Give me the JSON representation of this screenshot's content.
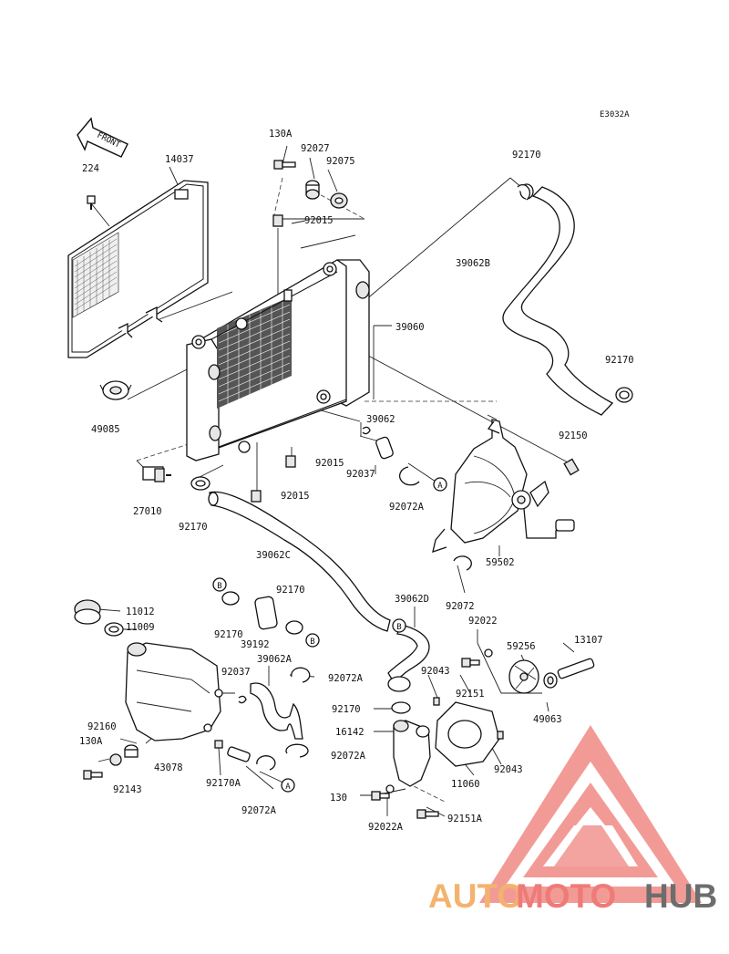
{
  "diagram": {
    "code": "E3032A",
    "front_label": "FRONT",
    "callouts": [
      {
        "id": "c-14037",
        "text": "14037"
      },
      {
        "id": "c-224",
        "text": "224"
      },
      {
        "id": "c-130A-top",
        "text": "130A"
      },
      {
        "id": "c-92027",
        "text": "92027"
      },
      {
        "id": "c-92075",
        "text": "92075"
      },
      {
        "id": "c-92015-top",
        "text": "92015"
      },
      {
        "id": "c-92170-tr",
        "text": "92170"
      },
      {
        "id": "c-39062B",
        "text": "39062B"
      },
      {
        "id": "c-39060",
        "text": "39060"
      },
      {
        "id": "c-92170-r",
        "text": "92170"
      },
      {
        "id": "c-49085",
        "text": "49085"
      },
      {
        "id": "c-39062",
        "text": "39062"
      },
      {
        "id": "c-92150",
        "text": "92150"
      },
      {
        "id": "c-92015-mid",
        "text": "92015"
      },
      {
        "id": "c-92037-mid",
        "text": "92037"
      },
      {
        "id": "c-92015-low",
        "text": "92015"
      },
      {
        "id": "c-92072A-mid",
        "text": "92072A"
      },
      {
        "id": "c-27010",
        "text": "27010"
      },
      {
        "id": "c-92170-l",
        "text": "92170"
      },
      {
        "id": "c-59502",
        "text": "59502"
      },
      {
        "id": "c-39062C",
        "text": "39062C"
      },
      {
        "id": "c-92072",
        "text": "92072"
      },
      {
        "id": "c-11012",
        "text": "11012"
      },
      {
        "id": "c-11009",
        "text": "11009"
      },
      {
        "id": "c-92170-mid",
        "text": "92170"
      },
      {
        "id": "c-39062D",
        "text": "39062D"
      },
      {
        "id": "c-92022",
        "text": "92022"
      },
      {
        "id": "c-92170-b",
        "text": "92170"
      },
      {
        "id": "c-39192",
        "text": "39192"
      },
      {
        "id": "c-59256",
        "text": "59256"
      },
      {
        "id": "c-13107",
        "text": "13107"
      },
      {
        "id": "c-39062A",
        "text": "39062A"
      },
      {
        "id": "c-92037-b",
        "text": "92037"
      },
      {
        "id": "c-92072A-b",
        "text": "92072A"
      },
      {
        "id": "c-92043-a",
        "text": "92043"
      },
      {
        "id": "c-92151",
        "text": "92151"
      },
      {
        "id": "c-49063",
        "text": "49063"
      },
      {
        "id": "c-92170-c",
        "text": "92170"
      },
      {
        "id": "c-16142",
        "text": "16142"
      },
      {
        "id": "c-92160",
        "text": "92160"
      },
      {
        "id": "c-130A-b",
        "text": "130A"
      },
      {
        "id": "c-43078",
        "text": "43078"
      },
      {
        "id": "c-92072A-c",
        "text": "92072A"
      },
      {
        "id": "c-92043-b",
        "text": "92043"
      },
      {
        "id": "c-11060",
        "text": "11060"
      },
      {
        "id": "c-92143",
        "text": "92143"
      },
      {
        "id": "c-92170A",
        "text": "92170A"
      },
      {
        "id": "c-130",
        "text": "130"
      },
      {
        "id": "c-92072A-d",
        "text": "92072A"
      },
      {
        "id": "c-92022A",
        "text": "92022A"
      },
      {
        "id": "c-92151A",
        "text": "92151A"
      }
    ],
    "refs": {
      "a": "A",
      "b": "B"
    }
  },
  "watermark": {
    "part1": "AUTO",
    "part2": "MOTO",
    "part3": "HUB",
    "colors": {
      "auto": "#f3b36e",
      "moto": "#ee7b78",
      "hub": "#6d6d6d",
      "triangle": "#f08a84"
    }
  }
}
